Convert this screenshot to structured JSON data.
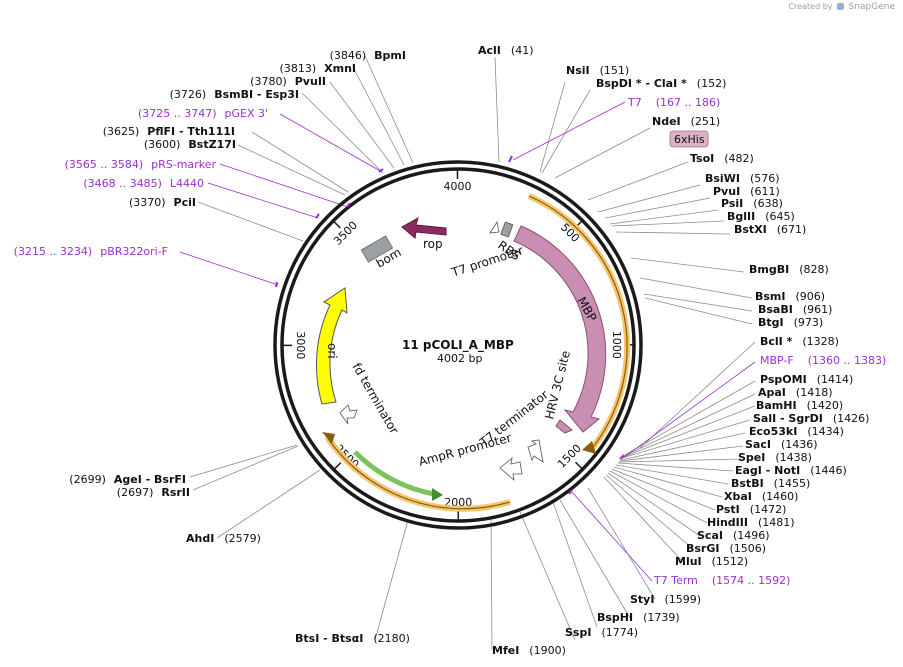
{
  "watermark": {
    "prefix": "Created by",
    "brand": "SnapGene"
  },
  "plasmid": {
    "name": "11 pCOLI_A_MBP",
    "length_label": "4002 bp",
    "length_bp": 4002
  },
  "ring_ticks": [
    {
      "label": "500",
      "bp": 500
    },
    {
      "label": "1000",
      "bp": 1000
    },
    {
      "label": "1500",
      "bp": 1500
    },
    {
      "label": "2000",
      "bp": 2000
    },
    {
      "label": "2500",
      "bp": 2500
    },
    {
      "label": "3000",
      "bp": 3000
    },
    {
      "label": "3500",
      "bp": 3500
    },
    {
      "label": "4000",
      "bp": 4000
    }
  ],
  "sites": [
    {
      "name": "AclI",
      "pos": "(41)"
    },
    {
      "name": "NsiI",
      "pos": "(151)"
    },
    {
      "name": "BspDI * - ClaI *",
      "pos": "(152)"
    },
    {
      "name": "NdeI",
      "pos": "(251)"
    },
    {
      "name": "TsoI",
      "pos": "(482)"
    },
    {
      "name": "BsiWI",
      "pos": "(576)"
    },
    {
      "name": "PvuI",
      "pos": "(611)"
    },
    {
      "name": "PsiI",
      "pos": "(638)"
    },
    {
      "name": "BglII",
      "pos": "(645)"
    },
    {
      "name": "BstXI",
      "pos": "(671)"
    },
    {
      "name": "BmgBI",
      "pos": "(828)"
    },
    {
      "name": "BsmI",
      "pos": "(906)"
    },
    {
      "name": "BsaBI",
      "pos": "(961)"
    },
    {
      "name": "BtgI",
      "pos": "(973)"
    },
    {
      "name": "BclI *",
      "pos": "(1328)"
    },
    {
      "name": "PspOMI",
      "pos": "(1414)"
    },
    {
      "name": "ApaI",
      "pos": "(1418)"
    },
    {
      "name": "BamHI",
      "pos": "(1420)"
    },
    {
      "name": "SalI - SgrDI",
      "pos": "(1426)"
    },
    {
      "name": "Eco53kI",
      "pos": "(1434)"
    },
    {
      "name": "SacI",
      "pos": "(1436)"
    },
    {
      "name": "SpeI",
      "pos": "(1438)"
    },
    {
      "name": "EagI - NotI",
      "pos": "(1446)"
    },
    {
      "name": "BstBI",
      "pos": "(1455)"
    },
    {
      "name": "XbaI",
      "pos": "(1460)"
    },
    {
      "name": "PstI",
      "pos": "(1472)"
    },
    {
      "name": "HindIII",
      "pos": "(1481)"
    },
    {
      "name": "ScaI",
      "pos": "(1496)"
    },
    {
      "name": "BsrGI",
      "pos": "(1506)"
    },
    {
      "name": "MluI",
      "pos": "(1512)"
    },
    {
      "name": "StyI",
      "pos": "(1599)"
    },
    {
      "name": "BspHI",
      "pos": "(1739)"
    },
    {
      "name": "SspI",
      "pos": "(1774)"
    },
    {
      "name": "MfeI",
      "pos": "(1900)"
    },
    {
      "name": "BtsI - BtsαI",
      "pos": "(2180)"
    },
    {
      "name": "AhdI",
      "pos": "(2579)"
    },
    {
      "name": "RsrII",
      "pos": "(2697)"
    },
    {
      "name": "AgeI - BsrFI",
      "pos": "(2699)"
    },
    {
      "name": "PciI",
      "pos": "(3370)"
    },
    {
      "name": "BstZ17I",
      "pos": "(3600)"
    },
    {
      "name": "PflFI - Tth111I",
      "pos": "(3625)"
    },
    {
      "name": "BsmBI - Esp3I",
      "pos": "(3726)"
    },
    {
      "name": "PvuII",
      "pos": "(3780)"
    },
    {
      "name": "XmnI",
      "pos": "(3813)"
    },
    {
      "name": "BpmI",
      "pos": "(3846)"
    }
  ],
  "primers": [
    {
      "name": "T7",
      "range": "(167 .. 186)"
    },
    {
      "name": "MBP-F",
      "range": "(1360 .. 1383)"
    },
    {
      "name": "T7 Term",
      "range": "(1574 .. 1592)"
    },
    {
      "name": "pBR322ori-F",
      "range": "(3215 .. 3234)"
    },
    {
      "name": "L4440",
      "range": "(3468 .. 3485)"
    },
    {
      "name": "pRS-marker",
      "range": "(3565 .. 3584)"
    },
    {
      "name": "pGEX 3'",
      "range": "(3725 .. 3747)"
    }
  ],
  "features": {
    "his": "6xHis",
    "rbs": "RBS",
    "t7_promoter": "T7 promoter",
    "mbp": "MBP",
    "hrv": "HRV 3C site",
    "t7_terminator": "T7 terminator",
    "ampr_promoter": "AmpR promoter",
    "fd_terminator": "fd terminator",
    "ori": "ori",
    "bom": "bom",
    "rop": "rop"
  },
  "colors": {
    "ring": "#1a1a1a",
    "primer": "#9a2fd0",
    "mbp": "#c98eb2",
    "rop": "#8b2a5f",
    "ori": "#ffff00",
    "ampr": "#f6c66e",
    "ampr_inner": "#8c5c10",
    "green": "#7cc35a",
    "bom": "#9aa0a6",
    "his_bg": "#dcb1c4"
  }
}
